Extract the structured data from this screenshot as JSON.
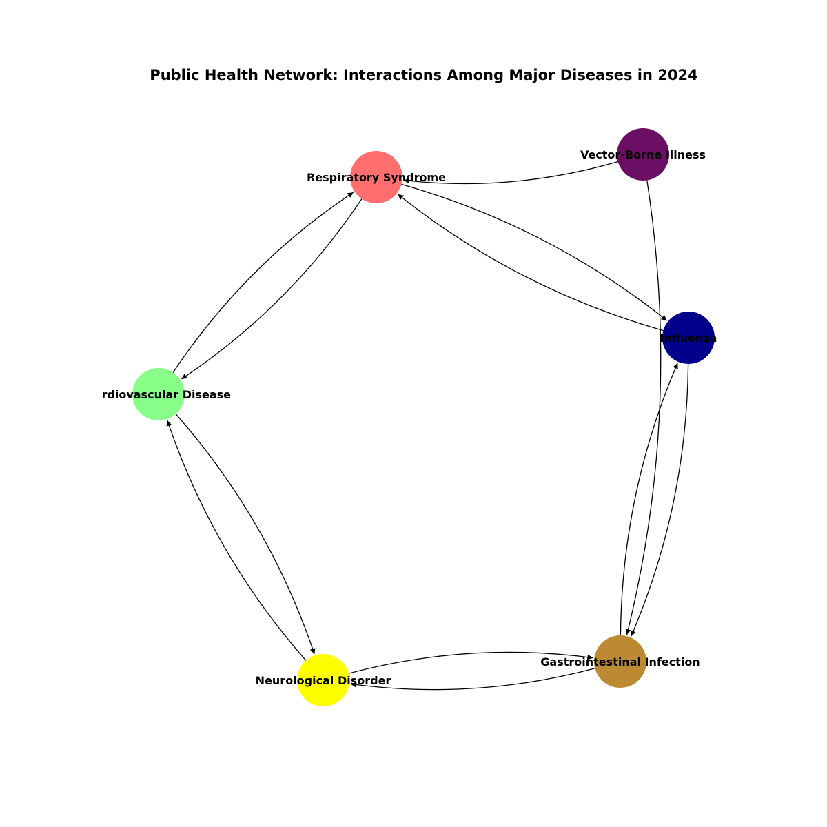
{
  "title": "Public Health Network: Interactions Among Major Diseases in 2024",
  "nodes": [
    {
      "id": "respiratory",
      "label": "Respiratory Syndrome",
      "color": "#FF6F6F"
    },
    {
      "id": "vector",
      "label": "Vector-Borne Illness",
      "color": "#6A0F63"
    },
    {
      "id": "influenza",
      "label": "Influenza",
      "color": "#00008B"
    },
    {
      "id": "cardio",
      "label": "Cardiovascular Disease",
      "color": "#88FF88"
    },
    {
      "id": "neuro",
      "label": "Neurological Disorder",
      "color": "#FFFF00"
    },
    {
      "id": "gastro",
      "label": "Gastrointestinal Infection",
      "color": "#BC8A32"
    }
  ],
  "edges": [
    {
      "from": "vector",
      "to": "respiratory"
    },
    {
      "from": "vector",
      "to": "gastro"
    },
    {
      "from": "respiratory",
      "to": "influenza"
    },
    {
      "from": "influenza",
      "to": "respiratory"
    },
    {
      "from": "respiratory",
      "to": "cardio"
    },
    {
      "from": "cardio",
      "to": "respiratory"
    },
    {
      "from": "cardio",
      "to": "neuro"
    },
    {
      "from": "neuro",
      "to": "cardio"
    },
    {
      "from": "neuro",
      "to": "gastro"
    },
    {
      "from": "gastro",
      "to": "neuro"
    },
    {
      "from": "influenza",
      "to": "gastro"
    },
    {
      "from": "gastro",
      "to": "influenza"
    }
  ]
}
